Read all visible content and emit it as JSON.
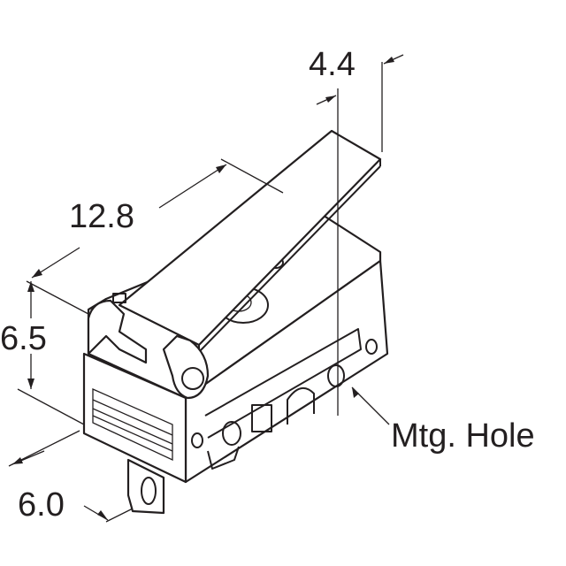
{
  "dimensions": {
    "lever_thickness": "4.4",
    "lever_length": "12.8",
    "height": "6.5",
    "width": "6.0"
  },
  "callout": "Mtg. Hole",
  "colors": {
    "line": "#231f20",
    "background": "#ffffff"
  }
}
